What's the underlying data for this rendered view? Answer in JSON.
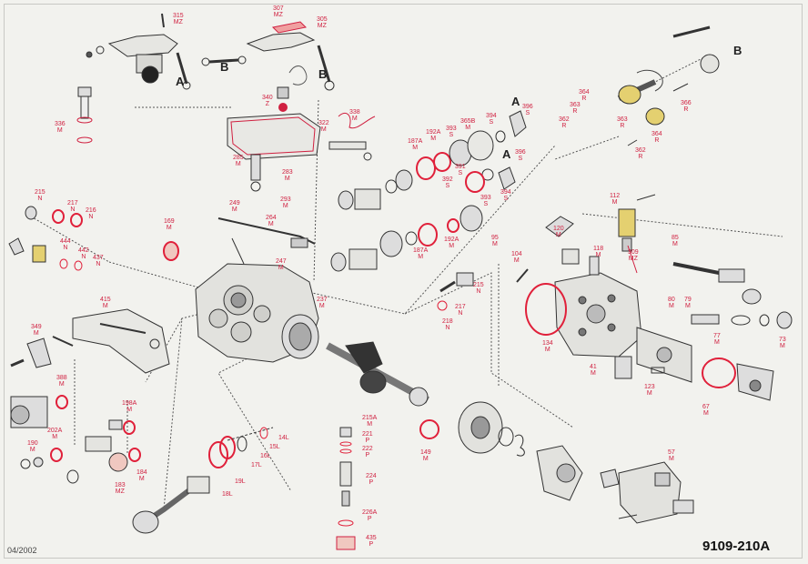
{
  "footer": {
    "date": "04/2002",
    "ref": "9109-210A"
  },
  "colors": {
    "part_label": "#d02040",
    "line": "#333333",
    "seal_red": "#e0203a",
    "background": "#f2f2ee"
  },
  "callouts": [
    "A",
    "B",
    "B",
    "A",
    "A",
    "B"
  ],
  "parts": [
    {
      "num": "315",
      "code": "MZ"
    },
    {
      "num": "307",
      "code": "MZ"
    },
    {
      "num": "305",
      "code": "MZ"
    },
    {
      "num": "336",
      "code": "M"
    },
    {
      "num": "340",
      "code": "Z"
    },
    {
      "num": "322",
      "code": "M"
    },
    {
      "num": "338",
      "code": "M"
    },
    {
      "num": "285",
      "code": "M"
    },
    {
      "num": "283",
      "code": "M"
    },
    {
      "num": "215",
      "code": "N"
    },
    {
      "num": "217",
      "code": "N"
    },
    {
      "num": "216",
      "code": "N"
    },
    {
      "num": "249",
      "code": "M"
    },
    {
      "num": "293",
      "code": "M"
    },
    {
      "num": "264",
      "code": "M"
    },
    {
      "num": "169",
      "code": "M"
    },
    {
      "num": "444",
      "code": "N"
    },
    {
      "num": "442",
      "code": "N"
    },
    {
      "num": "437",
      "code": "N"
    },
    {
      "num": "247",
      "code": "M"
    },
    {
      "num": "415",
      "code": "M"
    },
    {
      "num": "349",
      "code": "M"
    },
    {
      "num": "237",
      "code": "M"
    },
    {
      "num": "187A",
      "code": "M"
    },
    {
      "num": "192A",
      "code": "M"
    },
    {
      "num": "393",
      "code": "S"
    },
    {
      "num": "365B",
      "code": "M"
    },
    {
      "num": "394",
      "code": "S"
    },
    {
      "num": "396",
      "code": "S"
    },
    {
      "num": "391",
      "code": "S"
    },
    {
      "num": "392",
      "code": "S"
    },
    {
      "num": "393",
      "code": "S"
    },
    {
      "num": "394",
      "code": "S"
    },
    {
      "num": "396",
      "code": "S"
    },
    {
      "num": "364",
      "code": "R"
    },
    {
      "num": "363",
      "code": "R"
    },
    {
      "num": "362",
      "code": "R"
    },
    {
      "num": "366",
      "code": "R"
    },
    {
      "num": "363",
      "code": "R"
    },
    {
      "num": "364",
      "code": "R"
    },
    {
      "num": "362",
      "code": "R"
    },
    {
      "num": "112",
      "code": "M"
    },
    {
      "num": "187A",
      "code": "M"
    },
    {
      "num": "192A",
      "code": "M"
    },
    {
      "num": "95",
      "code": "M"
    },
    {
      "num": "104",
      "code": "M"
    },
    {
      "num": "120",
      "code": "M"
    },
    {
      "num": "118",
      "code": "M"
    },
    {
      "num": "309",
      "code": "MZ"
    },
    {
      "num": "85",
      "code": "M"
    },
    {
      "num": "215",
      "code": "N"
    },
    {
      "num": "217",
      "code": "N"
    },
    {
      "num": "218",
      "code": "N"
    },
    {
      "num": "134",
      "code": "M"
    },
    {
      "num": "80",
      "code": "M"
    },
    {
      "num": "79",
      "code": "M"
    },
    {
      "num": "77",
      "code": "M"
    },
    {
      "num": "73",
      "code": "M"
    },
    {
      "num": "41",
      "code": "M"
    },
    {
      "num": "123",
      "code": "M"
    },
    {
      "num": "67",
      "code": "M"
    },
    {
      "num": "388",
      "code": "M"
    },
    {
      "num": "198A",
      "code": "M"
    },
    {
      "num": "215A",
      "code": "M"
    },
    {
      "num": "221",
      "code": "P"
    },
    {
      "num": "222",
      "code": "P"
    },
    {
      "num": "149",
      "code": "M"
    },
    {
      "num": "14L",
      "code": ""
    },
    {
      "num": "15L",
      "code": ""
    },
    {
      "num": "16L",
      "code": ""
    },
    {
      "num": "17L",
      "code": ""
    },
    {
      "num": "19L",
      "code": ""
    },
    {
      "num": "18L",
      "code": ""
    },
    {
      "num": "190",
      "code": "M"
    },
    {
      "num": "202A",
      "code": "M"
    },
    {
      "num": "183",
      "code": "MZ"
    },
    {
      "num": "184",
      "code": "M"
    },
    {
      "num": "224",
      "code": "P"
    },
    {
      "num": "226A",
      "code": "P"
    },
    {
      "num": "435",
      "code": "P"
    },
    {
      "num": "57",
      "code": "M"
    }
  ]
}
